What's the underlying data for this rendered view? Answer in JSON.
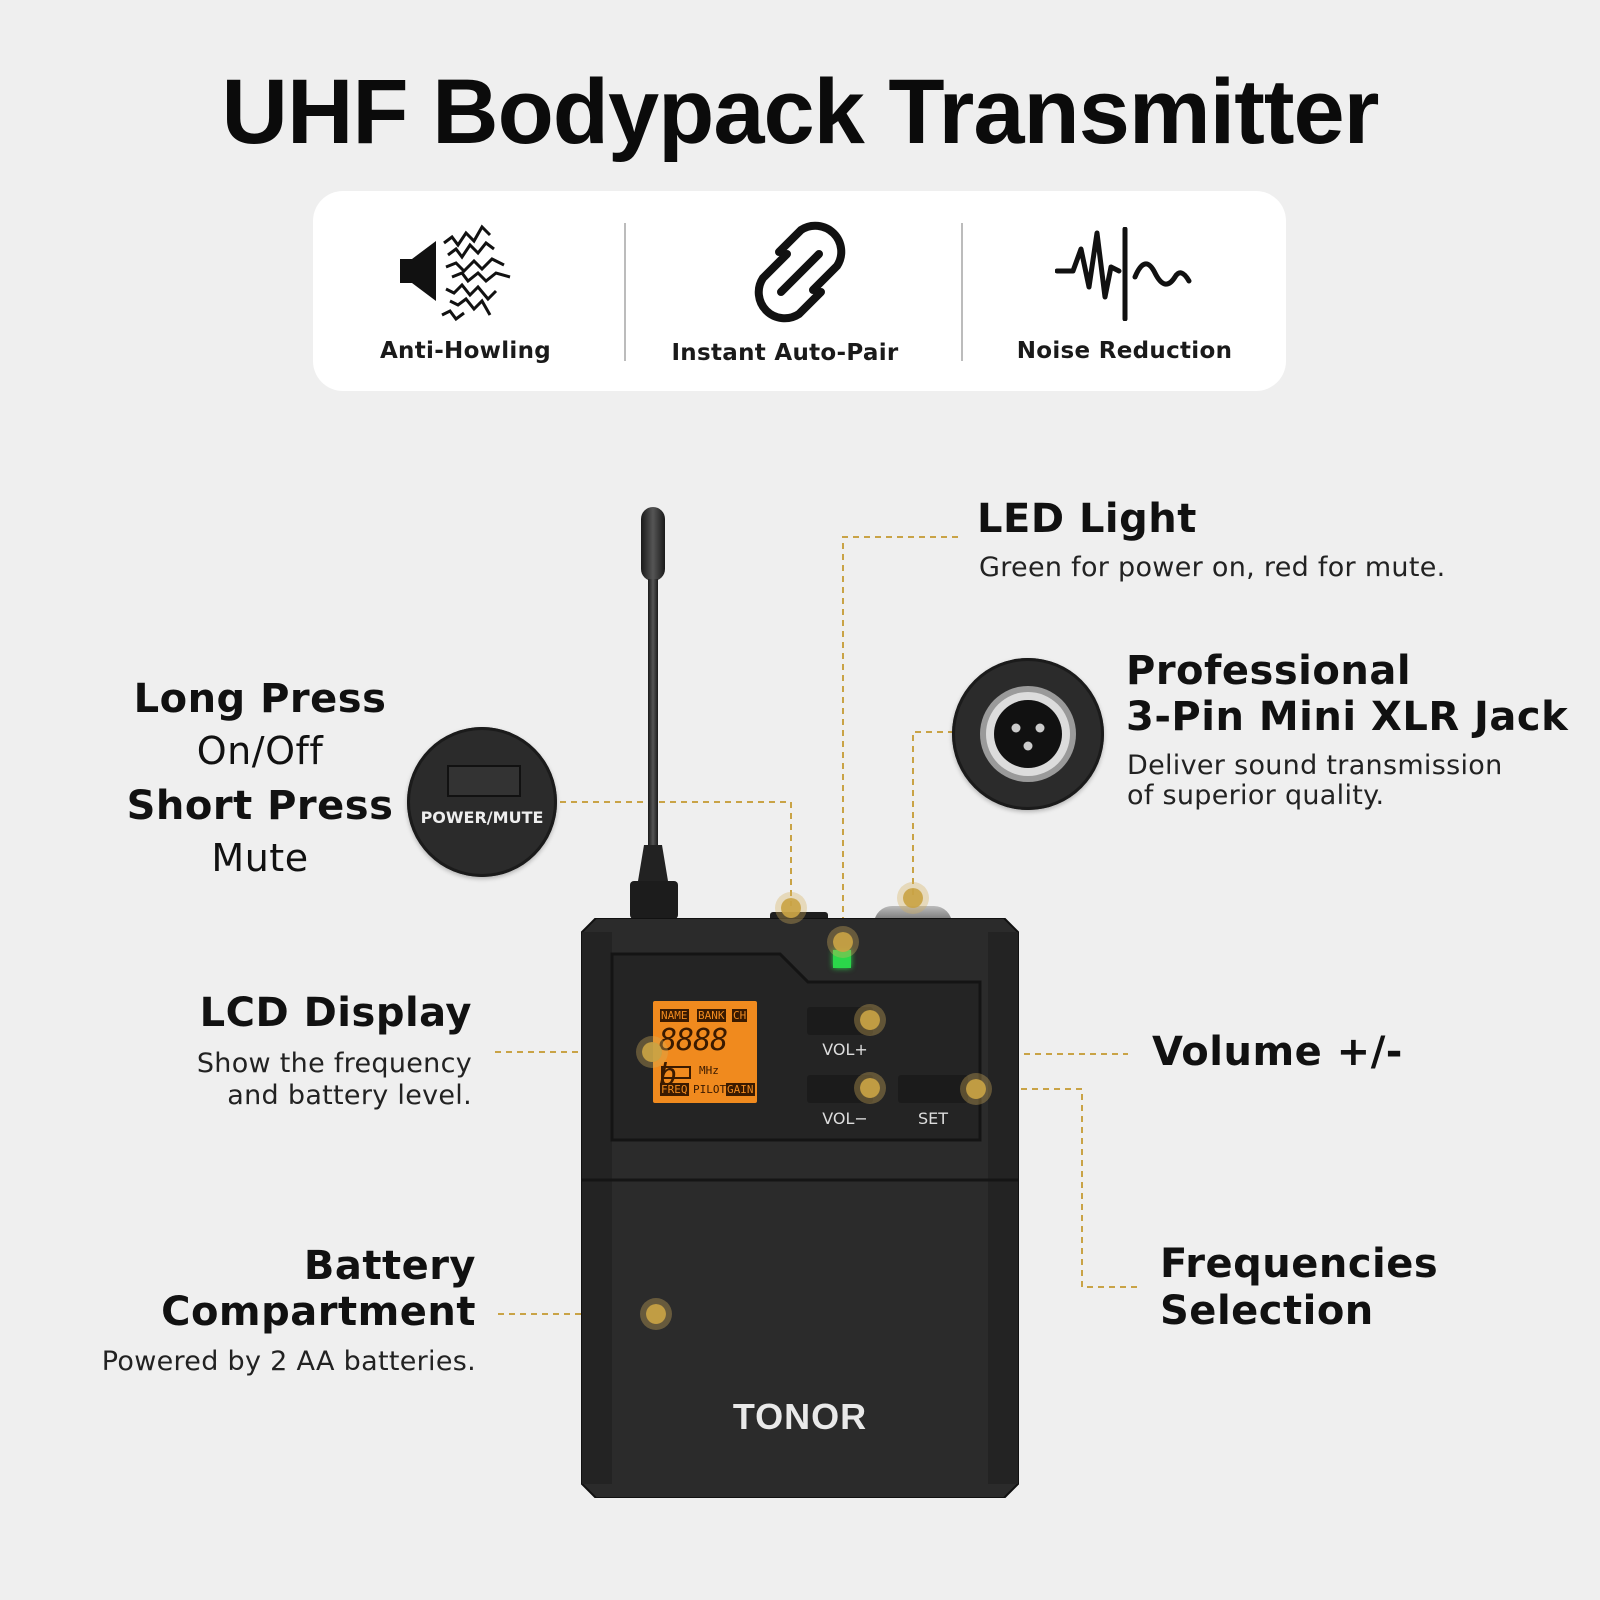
{
  "title": "UHF Bodypack Transmitter",
  "features": [
    {
      "label": "Anti-Howling",
      "icon": "speaker-waves-icon"
    },
    {
      "label": "Instant Auto-Pair",
      "icon": "link-icon"
    },
    {
      "label": "Noise Reduction",
      "icon": "waveform-icon"
    }
  ],
  "callouts": {
    "power": {
      "line1": "Long Press",
      "line2": "On/Off",
      "line3": "Short Press",
      "line4": "Mute",
      "button_label": "POWER/MUTE"
    },
    "led": {
      "title": "LED Light",
      "desc": "Green for power on, red for mute."
    },
    "xlr": {
      "title1": "Professional",
      "title2": "3-Pin Mini XLR Jack",
      "desc1": "Deliver sound transmission",
      "desc2": "of superior quality."
    },
    "lcd": {
      "title": "LCD Display",
      "desc1": "Show the frequency",
      "desc2": "and battery level."
    },
    "volume": {
      "title": "Volume +/-"
    },
    "battery": {
      "title1": "Battery",
      "title2": "Compartment",
      "desc": "Powered by 2 AA batteries."
    },
    "freq": {
      "title1": "Frequencies",
      "title2": "Selection"
    }
  },
  "device": {
    "brand": "TONOR",
    "lcd": {
      "tag_name": "NAME",
      "tag_bank": "BANK",
      "tag_ch": "CH",
      "digits": "8888 b",
      "unit": "MHz",
      "tag_freq": "FREQ",
      "tag_pilot": "PILOT",
      "tag_gain": "GAIN"
    },
    "buttons": {
      "vol_plus": "VOL+",
      "vol_minus": "VOL−",
      "set": "SET"
    }
  },
  "colors": {
    "background": "#efefef",
    "accent_line": "#c9a346",
    "led_green": "#2bd64a",
    "lcd_orange": "#f08a1e",
    "device_body": "#2a2a2a"
  }
}
